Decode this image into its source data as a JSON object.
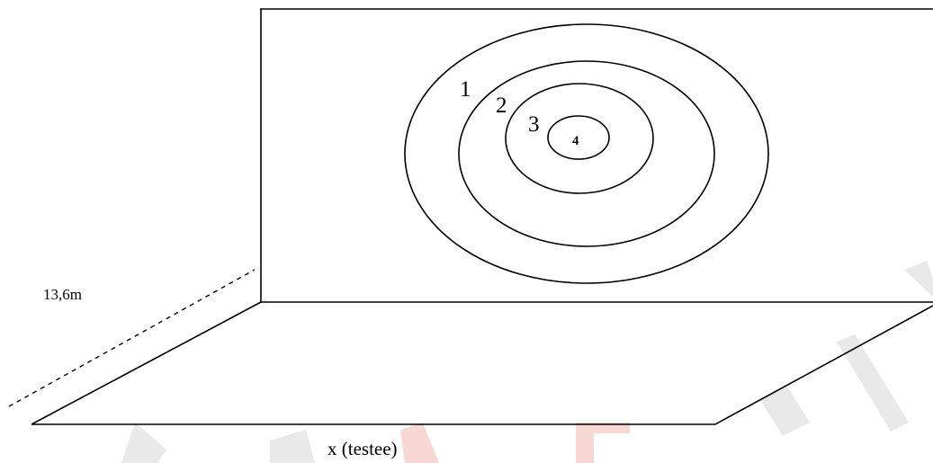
{
  "diagram": {
    "ring_labels": [
      "1",
      "2",
      "3",
      "4"
    ],
    "distance_label": "13,6m",
    "testee_label": "x (testee)"
  },
  "colors": {
    "line": "#000000",
    "watermark_red": "#e74c3c",
    "watermark_grey": "#bdbdbd",
    "background": "#ffffff"
  }
}
